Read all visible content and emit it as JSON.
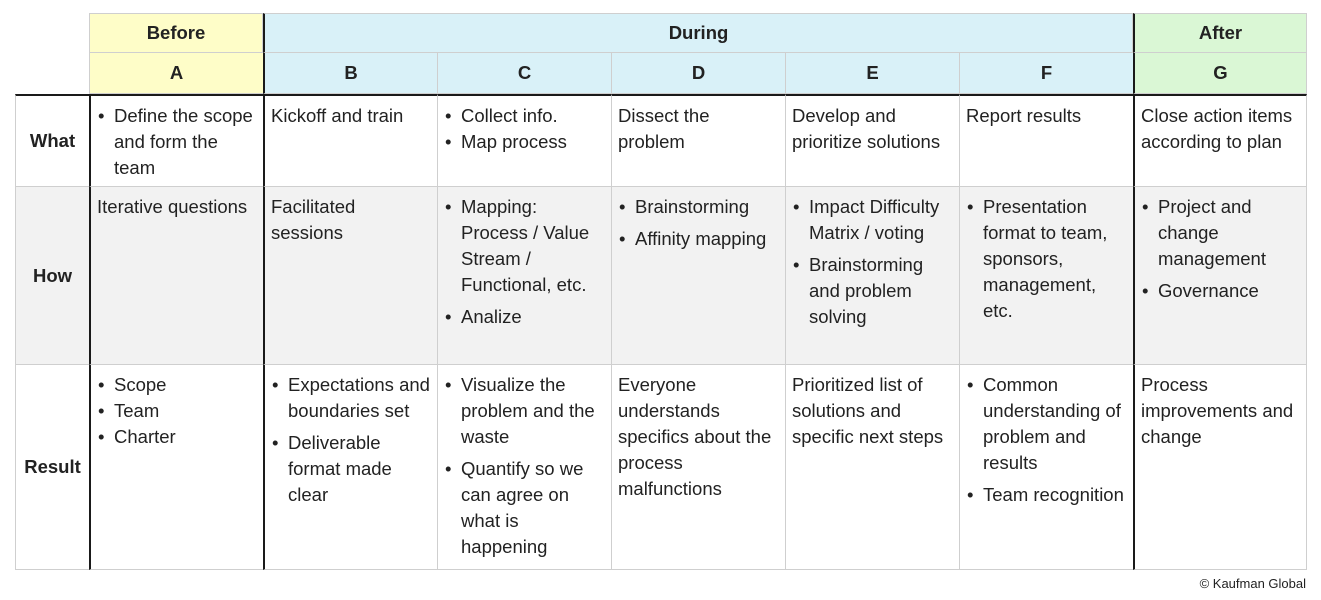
{
  "phases": {
    "before": "Before",
    "during": "During",
    "after": "After"
  },
  "columns": [
    "A",
    "B",
    "C",
    "D",
    "E",
    "F",
    "G"
  ],
  "rows": {
    "what": {
      "label": "What",
      "cells": [
        {
          "bullets": [
            "Define the scope and form the team"
          ]
        },
        {
          "text": "Kickoff and train"
        },
        {
          "bullets": [
            "Collect info.",
            "Map process"
          ],
          "tight": true
        },
        {
          "text": "Dissect the problem"
        },
        {
          "text": "Develop and prioritize solutions"
        },
        {
          "text": "Report results"
        },
        {
          "text": "Close action items according to plan"
        }
      ]
    },
    "how": {
      "label": "How",
      "cells": [
        {
          "text": "Iterative questions"
        },
        {
          "text": "Facilitated sessions"
        },
        {
          "bullets": [
            "Mapping: Process / Value Stream / Functional, etc.",
            "Analize"
          ]
        },
        {
          "bullets": [
            "Brainstorming",
            "Affinity mapping"
          ]
        },
        {
          "bullets": [
            "Impact Difficulty Matrix / voting",
            "Brainstorming and problem solving"
          ]
        },
        {
          "bullets": [
            "Presentation format to team, sponsors, management, etc."
          ]
        },
        {
          "bullets": [
            "Project and change management",
            "Governance"
          ]
        }
      ]
    },
    "result": {
      "label": "Result",
      "cells": [
        {
          "bullets": [
            "Scope",
            "Team",
            "Charter"
          ],
          "tight": true
        },
        {
          "bullets": [
            "Expectations and boundaries set",
            "Deliverable format made clear"
          ]
        },
        {
          "bullets": [
            "Visualize the problem and the waste",
            "Quantify so we can agree on what is happening"
          ]
        },
        {
          "text": "Everyone understands specifics about the process malfunctions"
        },
        {
          "text": "Prioritized list of solutions and specific next steps"
        },
        {
          "bullets": [
            "Common understanding of problem and results",
            "Team recognition"
          ]
        },
        {
          "text": "Process improvements and change"
        }
      ]
    }
  },
  "footer": {
    "copyright": "© Kaufman Global"
  },
  "colors": {
    "before": "#fefdc8",
    "during": "#d9f1f8",
    "after": "#daf7d5",
    "grey_row": "#f2f2f2"
  }
}
